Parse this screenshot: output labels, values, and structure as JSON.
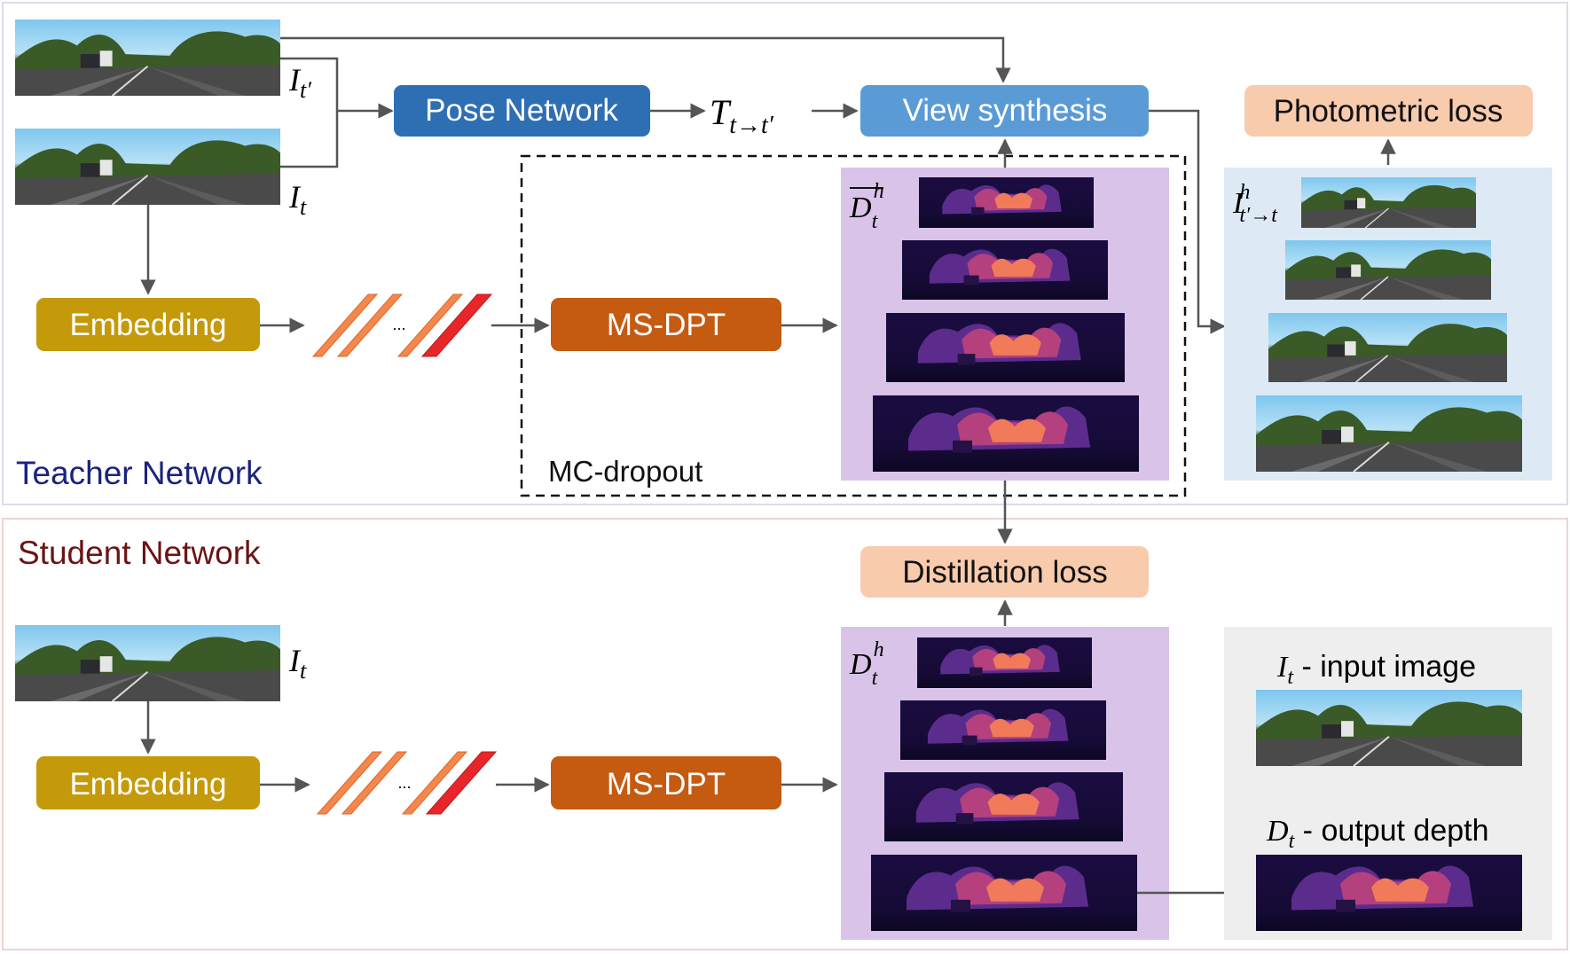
{
  "colors": {
    "pose_network": "#2e6fb3",
    "view_synthesis": "#5b9bd5",
    "embedding": "#c49a0a",
    "ms_dpt": "#c55a11",
    "loss": "#f8cbad",
    "depth_panel": "#d9c3e8",
    "recon_panel": "#dde9f4",
    "legend_panel": "#eeeeee",
    "teacher_title": "#1a237e",
    "student_title": "#6b1414",
    "token_orange": "#f4874b",
    "token_red": "#e8262a"
  },
  "teacher": {
    "title": "Teacher Network",
    "input_label_tprime": "I",
    "input_label_tprime_sub": "t′",
    "input_label_t": "I",
    "input_label_t_sub": "t",
    "pose_network": "Pose Network",
    "transform_label": "T",
    "transform_sub": "t→t′",
    "view_synthesis": "View synthesis",
    "photometric_loss": "Photometric loss",
    "embedding": "Embedding",
    "ms_dpt": "MS-DPT",
    "mc_dropout": "MC-dropout",
    "depth_label": "D",
    "depth_sup": "h",
    "depth_sub": "t",
    "recon_label": "I",
    "recon_sup": "h",
    "recon_sub": "t′→t",
    "ellipsis": "..."
  },
  "student": {
    "title": "Student Network",
    "input_label": "I",
    "input_label_sub": "t",
    "embedding": "Embedding",
    "ms_dpt": "MS-DPT",
    "distillation_loss": "Distillation loss",
    "depth_label": "D",
    "depth_sup": "h",
    "depth_sub": "t",
    "ellipsis": "..."
  },
  "legend": {
    "input_symbol": "I",
    "input_sub": "t",
    "input_text": " - input image",
    "output_symbol": "D",
    "output_sub": "t",
    "output_text": " - output depth"
  }
}
